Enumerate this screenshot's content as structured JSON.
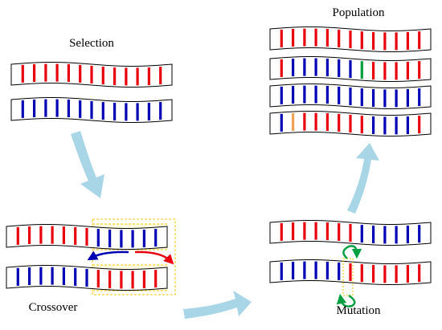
{
  "labels": {
    "selection": "Selection",
    "crossover": "Crossover",
    "mutation": "Mutation",
    "population": "Population"
  },
  "colors": {
    "red": "#e8000b",
    "blue": "#0000b4",
    "green": "#00a040",
    "orange": "#f0a050",
    "arrow": "#a8d6e6",
    "highlight_border": "#f5c400",
    "highlight_fill": "#fffbe0",
    "outline": "#000000"
  },
  "stages": {
    "selection": {
      "chromosomes": [
        [
          "r",
          "r",
          "r",
          "r",
          "r",
          "r",
          "r",
          "r",
          "r",
          "r",
          "r",
          "r",
          "r"
        ],
        [
          "b",
          "b",
          "b",
          "b",
          "b",
          "b",
          "b",
          "b",
          "b",
          "b",
          "b",
          "b",
          "b"
        ]
      ]
    },
    "crossover": {
      "chromosomes": [
        [
          "r",
          "r",
          "r",
          "r",
          "r",
          "r",
          "r",
          "b",
          "b",
          "b",
          "b",
          "b",
          "b"
        ],
        [
          "b",
          "b",
          "b",
          "b",
          "b",
          "b",
          "b",
          "r",
          "r",
          "r",
          "r",
          "r",
          "r"
        ]
      ],
      "swap_from_gene": 7
    },
    "mutation": {
      "chromosomes": [
        [
          "r",
          "r",
          "r",
          "r",
          "r",
          "r",
          "r",
          "b",
          "b",
          "b",
          "b",
          "b",
          "b"
        ],
        [
          "b",
          "b",
          "b",
          "b",
          "b",
          "b",
          "r",
          "r",
          "r",
          "r",
          "r",
          "r",
          "r"
        ]
      ],
      "mutated_gene": 6
    },
    "population": {
      "chromosomes": [
        [
          "r",
          "r",
          "r",
          "r",
          "r",
          "r",
          "r",
          "r",
          "r",
          "r",
          "r",
          "r",
          "r"
        ],
        [
          "r",
          "b",
          "b",
          "b",
          "b",
          "b",
          "b",
          "g",
          "r",
          "r",
          "r",
          "r",
          "r"
        ],
        [
          "b",
          "b",
          "b",
          "b",
          "b",
          "b",
          "b",
          "b",
          "b",
          "b",
          "b",
          "b",
          "b"
        ],
        [
          "b",
          "o",
          "r",
          "r",
          "r",
          "r",
          "r",
          "r",
          "b",
          "b",
          "b",
          "b",
          "r"
        ]
      ]
    }
  }
}
